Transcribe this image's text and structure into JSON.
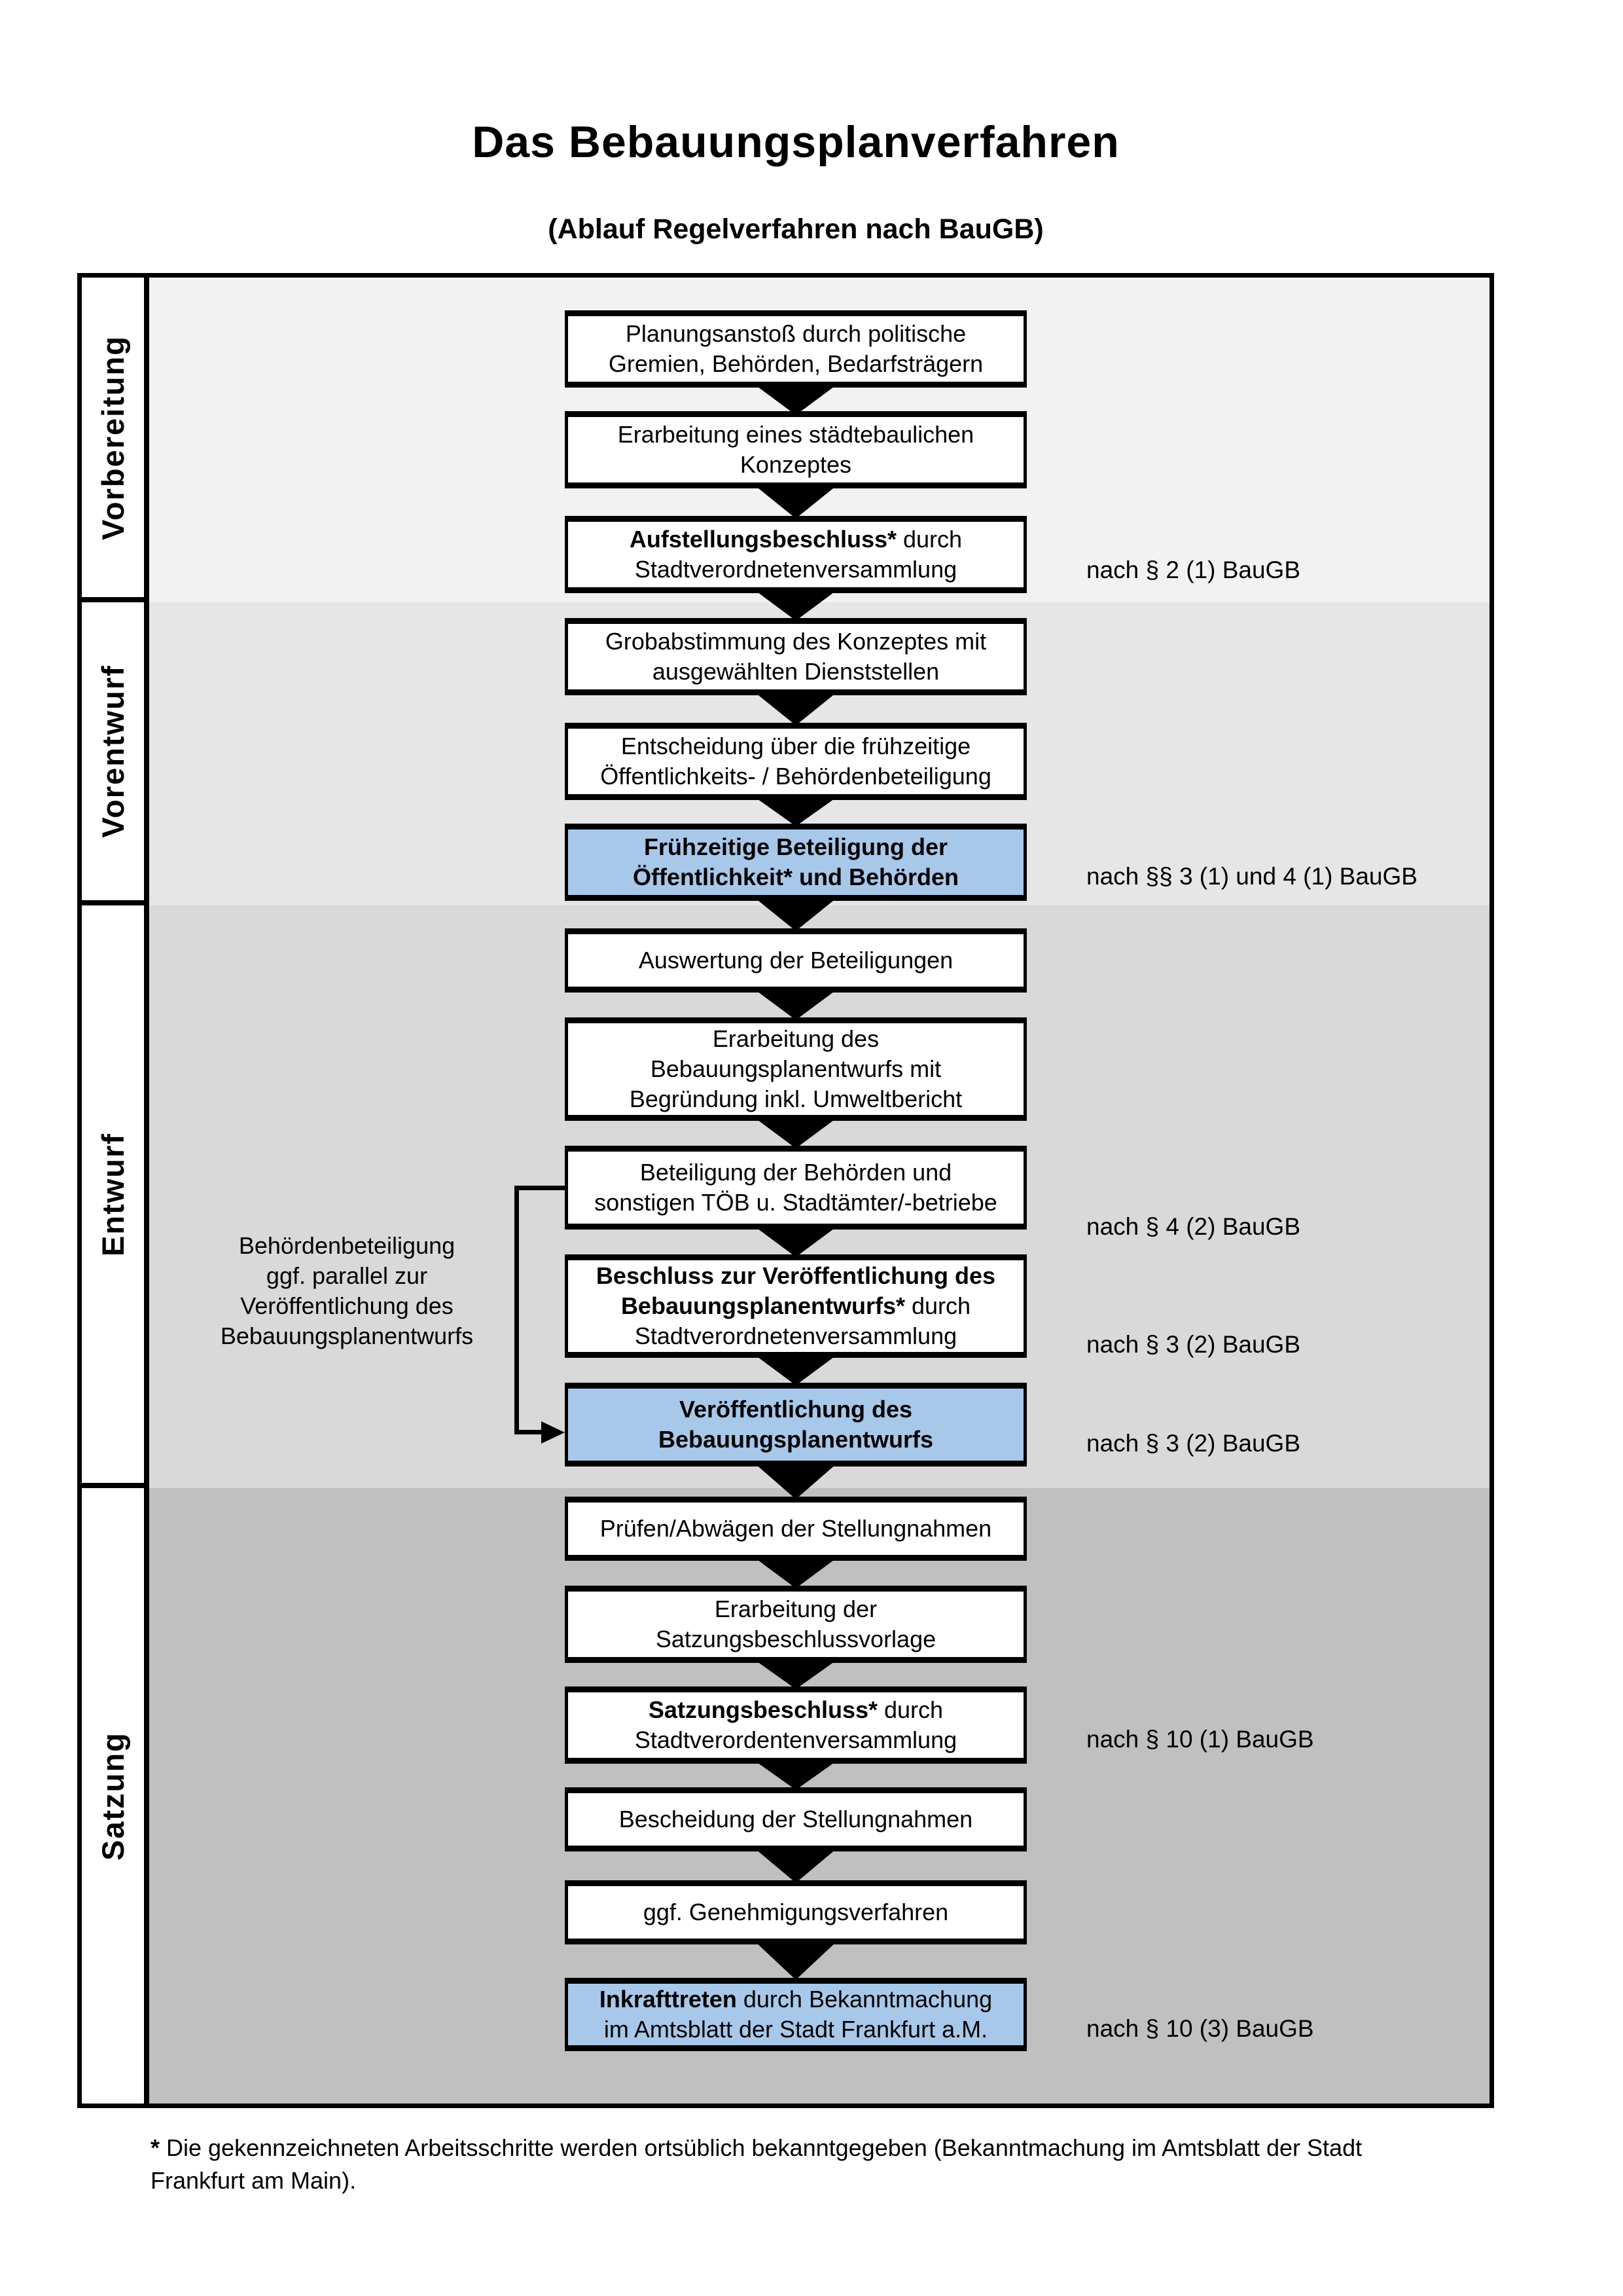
{
  "page": {
    "title": "Das Bebauungsplanverfahren",
    "subtitle": "(Ablauf Regelverfahren nach BauGB)"
  },
  "phases": [
    {
      "label": "Vorbereitung",
      "band_color": "#f2f2f2"
    },
    {
      "label": "Vorentwurf",
      "band_color": "#e6e6e6"
    },
    {
      "label": "Entwurf",
      "band_color": "#d9d9d9"
    },
    {
      "label": "Satzung",
      "band_color": "#c0c0c0"
    }
  ],
  "flow": {
    "boxes": [
      {
        "text": "Planungsanstoß durch politische\nGremien, Behörden, Bedarfsträgern"
      },
      {
        "text": "Erarbeitung eines städtebaulichen\nKonzeptes"
      },
      {
        "bold": "Aufstellungsbeschluss*",
        "rest": " durch\nStadtverordnetenversammlung"
      },
      {
        "text": "Grobabstimmung des Konzeptes mit\nausgewählten Dienststellen"
      },
      {
        "text": "Entscheidung über die frühzeitige\nÖffentlichkeits- / Behördenbeteiligung"
      },
      {
        "bold": "Frühzeitige Beteiligung der\nÖffentlichkeit* und Behörden",
        "highlight": true
      },
      {
        "text": "Auswertung der Beteiligungen"
      },
      {
        "text": "Erarbeitung des\nBebauungsplanentwurfs mit\nBegründung inkl. Umweltbericht"
      },
      {
        "text": "Beteiligung der Behörden und\nsonstigen TÖB u. Stadtämter/-betriebe"
      },
      {
        "bold": "Beschluss zur Veröffentlichung des\nBebauungsplanentwurfs*",
        "rest": " durch\nStadtverordnetenversammlung"
      },
      {
        "bold": "Veröffentlichung des\nBebauungsplanentwurfs",
        "highlight": true
      },
      {
        "text": "Prüfen/Abwägen der Stellungnahmen"
      },
      {
        "text": "Erarbeitung der\nSatzungsbeschlussvorlage"
      },
      {
        "bold": "Satzungsbeschluss*",
        "rest": " durch\nStadtverordentenversammlung"
      },
      {
        "text": "Bescheidung der Stellungnahmen"
      },
      {
        "text": "ggf. Genehmigungsverfahren"
      },
      {
        "bold": "Inkrafttreten",
        "rest": " durch Bekanntmachung\nim Amtsblatt der Stadt Frankfurt a.M.",
        "highlight": true
      }
    ],
    "annotations": [
      "nach § 2 (1) BauGB",
      "nach §§ 3 (1) und 4 (1) BauGB",
      "nach § 4 (2) BauGB",
      "nach § 3 (2) BauGB",
      "nach § 3 (2) BauGB",
      "nach § 10 (1) BauGB",
      "nach § 10 (3) BauGB"
    ],
    "side_note": "Behördenbeteiligung\nggf. parallel zur\nVeröffentlichung des\nBebauungsplanentwurfs"
  },
  "footnote": {
    "star": "*",
    "text": " Die gekennzeichneten Arbeitsschritte werden ortsüblich bekanntgegeben (Bekanntmachung im Amtsblatt  der Stadt\nFrankfurt am Main)."
  },
  "colors": {
    "highlight_blue": "#a8c8ea",
    "border_black": "#000000"
  }
}
